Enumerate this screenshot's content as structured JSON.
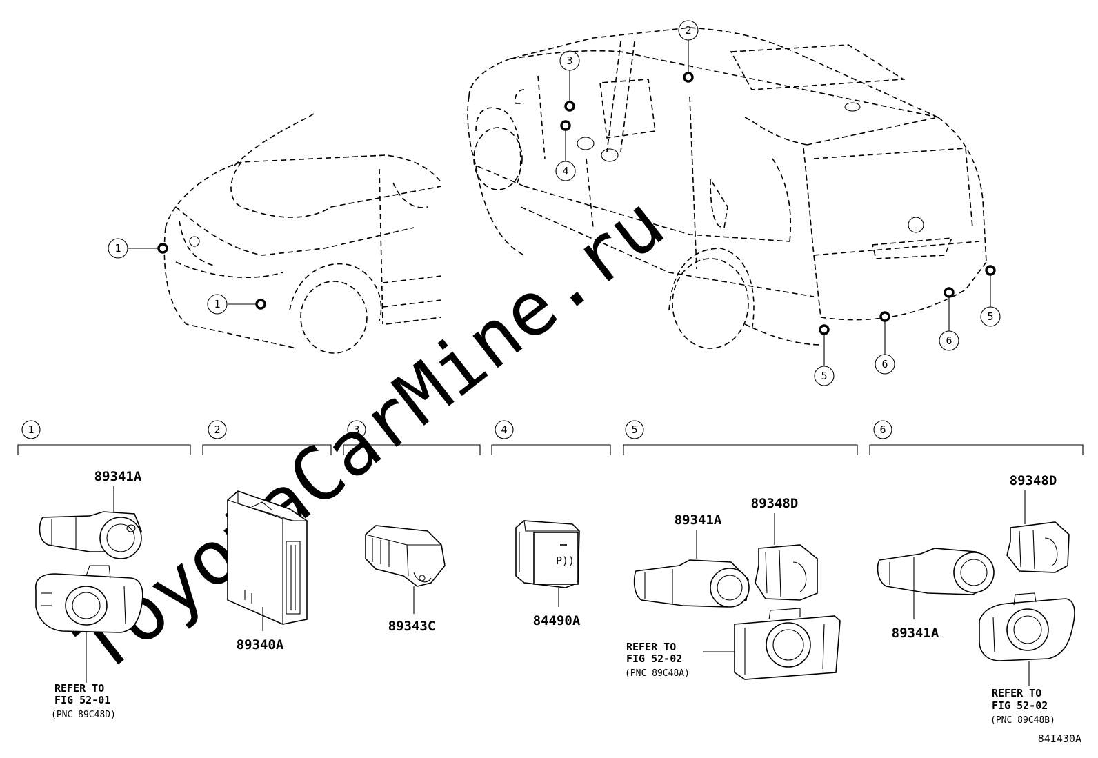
{
  "watermark": "ToyotaCarMine.ru",
  "drawing_code": "84I430A",
  "callouts": [
    "1",
    "2",
    "3",
    "4",
    "5",
    "6"
  ],
  "parts": {
    "p1_sensor": "89341A",
    "p2_module": "89340A",
    "p3_sensor": "89343C",
    "p4_switch": "84490A",
    "p5_sensor": "89341A",
    "p5_retainer": "89348D",
    "p6_retainer": "89348D",
    "p6_sensor": "89341A"
  },
  "references": {
    "r1": {
      "line1": "REFER TO",
      "line2": "FIG 52-01",
      "line3": "(PNC 89C48D)"
    },
    "r5": {
      "line1": "REFER TO",
      "line2": "FIG 52-02",
      "line3": "(PNC 89C48A)"
    },
    "r6": {
      "line1": "REFER TO",
      "line2": "FIG 52-02",
      "line3": "(PNC 89C48B)"
    }
  },
  "switch_symbol": "P))"
}
